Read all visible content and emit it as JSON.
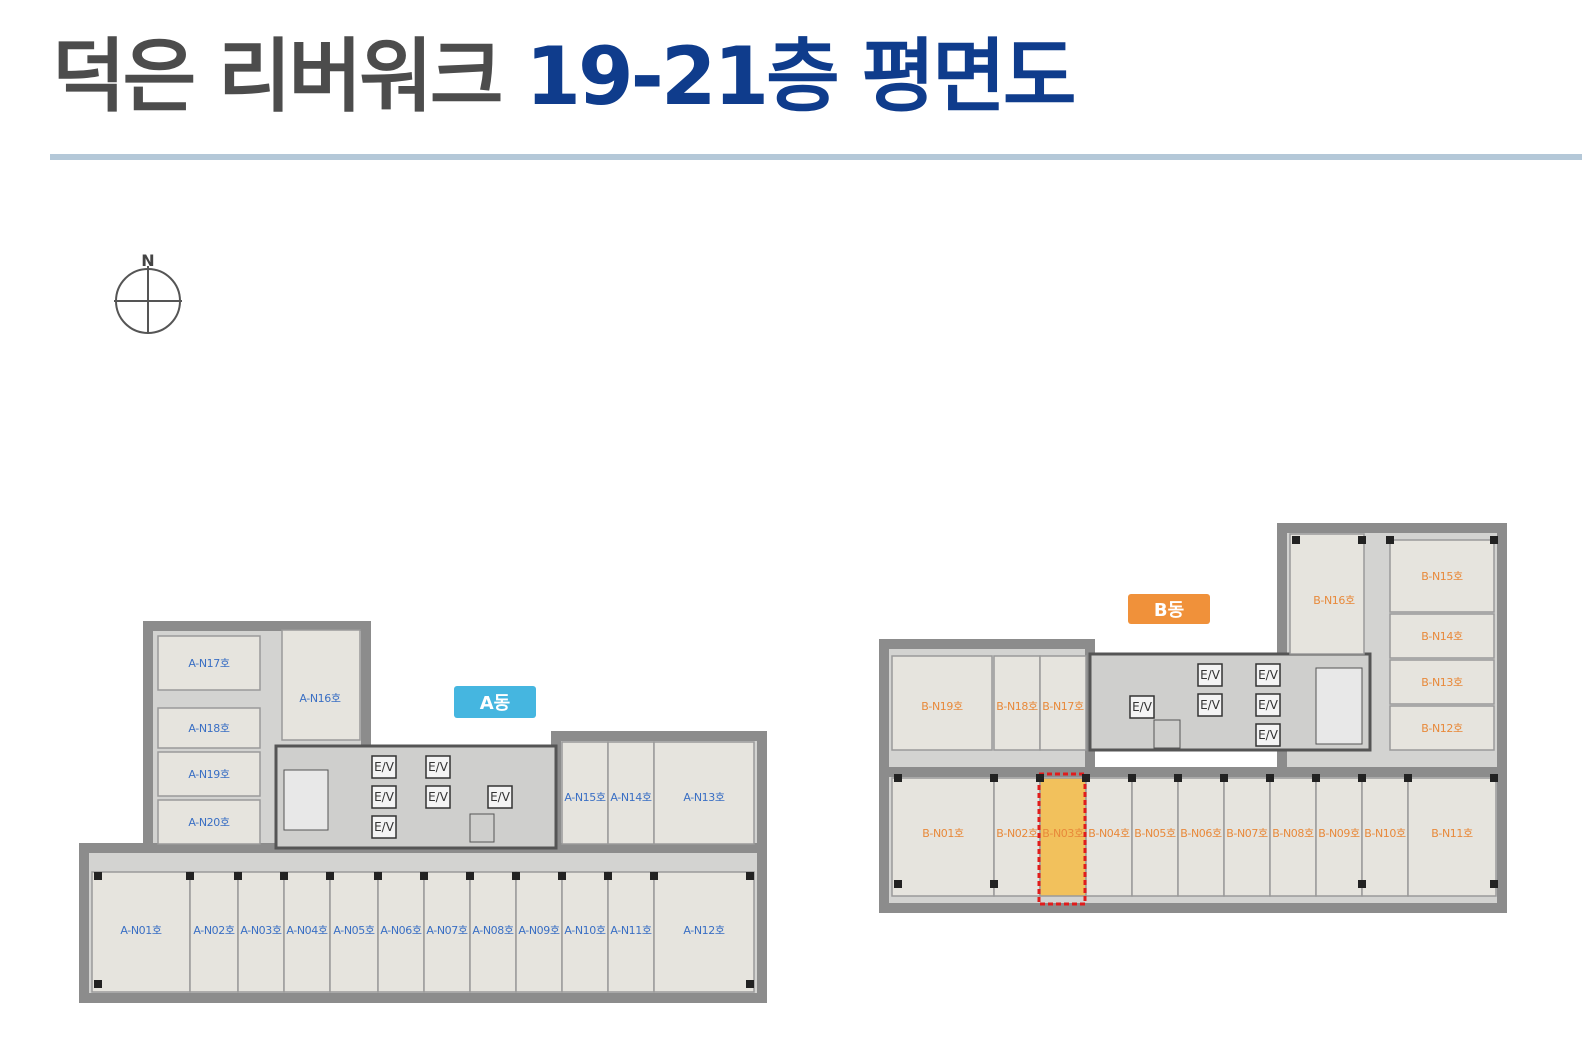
{
  "title": {
    "part1": "덕은 리버워크",
    "part2": "19-21층 평면도"
  },
  "compass": {
    "label": "N"
  },
  "buildings": {
    "a": {
      "tag": "A동",
      "tag_color": "#45b6e0",
      "label_color": "#3a6fc4",
      "units": [
        "A-N01호",
        "A-N02호",
        "A-N03호",
        "A-N04호",
        "A-N05호",
        "A-N06호",
        "A-N07호",
        "A-N08호",
        "A-N09호",
        "A-N10호",
        "A-N11호",
        "A-N12호",
        "A-N13호",
        "A-N14호",
        "A-N15호",
        "A-N16호",
        "A-N17호",
        "A-N18호",
        "A-N19호",
        "A-N20호"
      ],
      "elevator_label": "E/V"
    },
    "b": {
      "tag": "B동",
      "tag_color": "#f0913a",
      "label_color": "#e8893a",
      "units": [
        "B-N01호",
        "B-N02호",
        "B-N03호",
        "B-N04호",
        "B-N05호",
        "B-N06호",
        "B-N07호",
        "B-N08호",
        "B-N09호",
        "B-N10호",
        "B-N11호",
        "B-N12호",
        "B-N13호",
        "B-N14호",
        "B-N15호",
        "B-N16호",
        "B-N17호",
        "B-N18호",
        "B-N19호"
      ],
      "elevator_label": "E/V",
      "highlighted_unit": "B-N03호",
      "highlight_color": "#f2c15c"
    }
  },
  "colors": {
    "title_dark": "#4c4c4c",
    "title_blue": "#0f3c8c",
    "rule": "#b4c8d8",
    "wall": "#8c8c8c",
    "floor": "#e6e4de",
    "corridor": "#d3d3d1"
  }
}
